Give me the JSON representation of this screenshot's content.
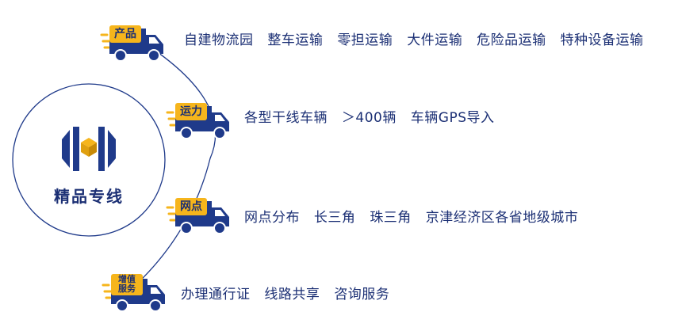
{
  "hub": {
    "title": "精品专线",
    "logo_icon": "h-cube-logo-icon"
  },
  "colors": {
    "navy": "#1b2f74",
    "yellow": "#f6b51c",
    "line": "#1f3a8a"
  },
  "rows": [
    {
      "tag": "产品",
      "items": [
        "自建物流园",
        "整车运输",
        "零担运输",
        "大件运输",
        "危险品运输",
        "特种设备运输"
      ]
    },
    {
      "tag": "运力",
      "items": [
        "各型干线车辆",
        "＞400辆",
        "车辆GPS导入"
      ]
    },
    {
      "tag": "网点",
      "items": [
        "网点分布",
        "长三角",
        "珠三角",
        "京津经济区各省地级城市"
      ]
    },
    {
      "tag": "增值服务",
      "tag_lines": [
        "增值",
        "服务"
      ],
      "items": [
        "办理通行证",
        "线路共享",
        "咨询服务"
      ]
    }
  ]
}
